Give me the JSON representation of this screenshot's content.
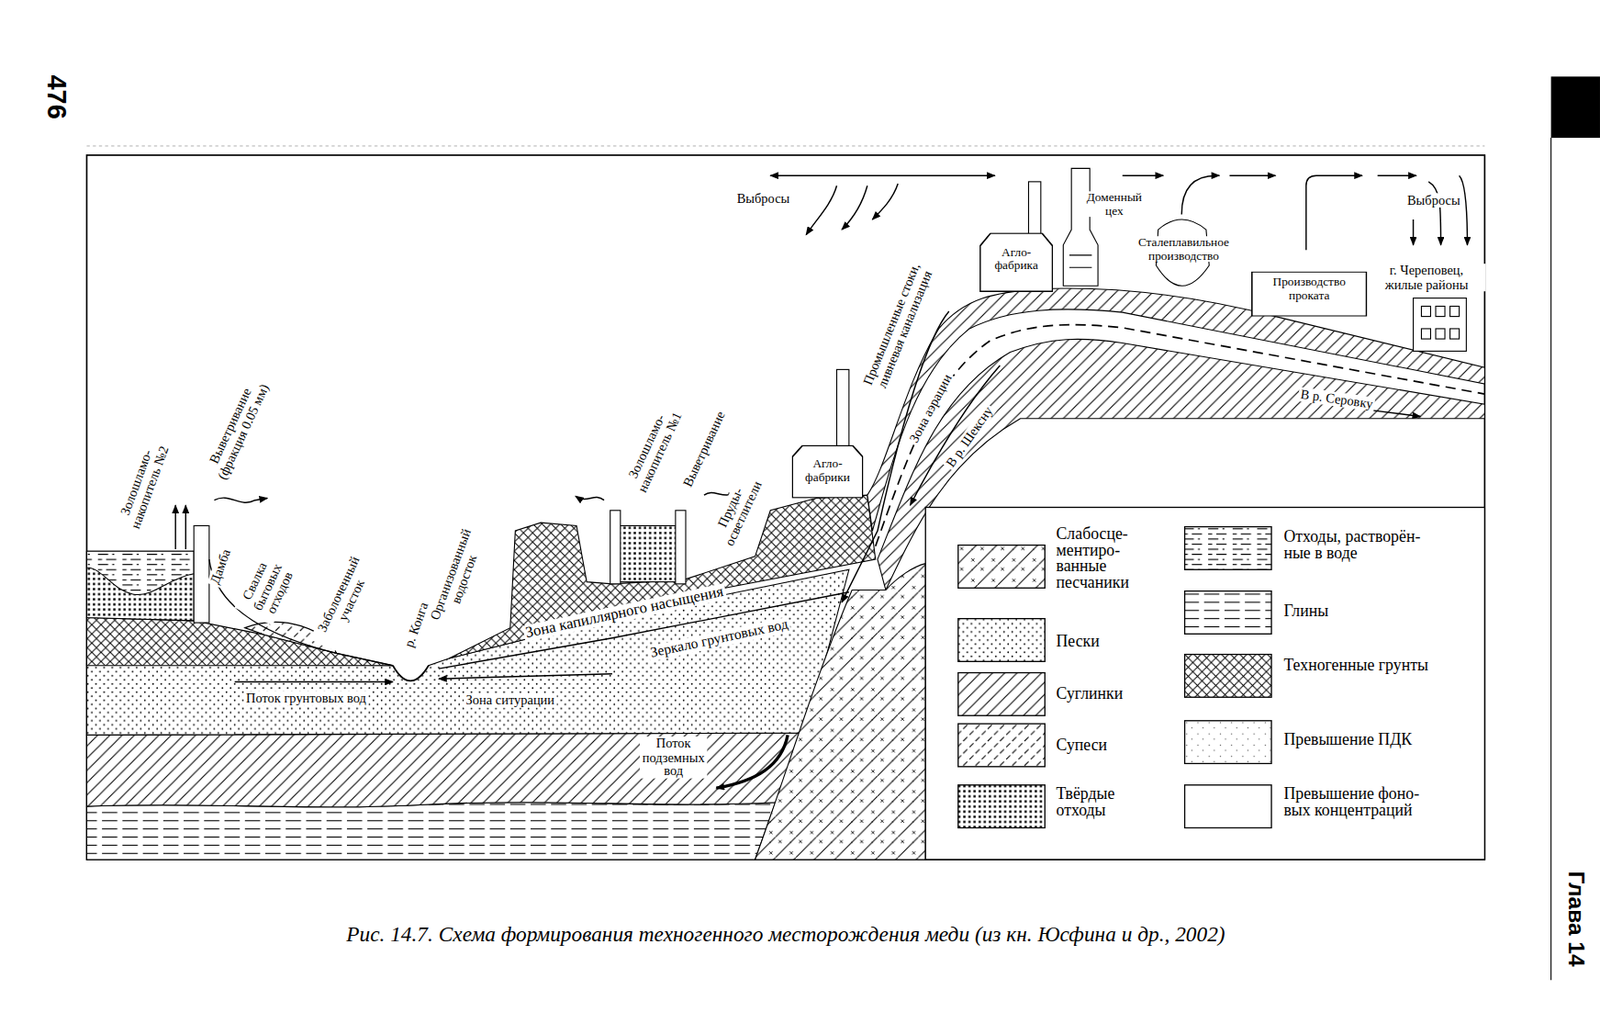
{
  "diagram": {
    "caption": "Рис. 14.7. Схема формирования техногенного месторождения меди (из кн. Юсфина и др., 2002)",
    "nodes": [
      {
        "text": [
          "Агло- фабрика"
        ]
      },
      {
        "text": [
          "Производство проката"
        ]
      },
      {
        "text": [
          "Агло- фабрики"
        ]
      }
    ],
    "labels": [
      "476",
      "Выбросы",
      "Доменный цех",
      "Сталеплавильное производство",
      "Выбросы",
      "г. Череповец, жилые районы",
      "Промышленные стоки, ливневая канализация",
      "Зона аэрации",
      "В р. Шексну",
      "В р. Серовку",
      "Золошламо- накопитель №2",
      "Выветривание (фракция 0.05 мм)",
      "Дамба",
      "Свалка бытовых отходов",
      "Заболоченный участок",
      "р. Конга",
      "Организованный водосток",
      "Золошламо- накопитель №1",
      "Выветривание",
      "Пруды- осветлители",
      "Зона капиллярного насыщения",
      "Зеркало грунтовых вод",
      "Поток грунтовых вод",
      "Зона ситурации",
      "Поток подземных вод",
      "Глава 14"
    ],
    "legend": [
      {
        "text": "Слабосце- ментиро- ванные песчаники"
      },
      {
        "text": "Пески"
      },
      {
        "text": "Суглинки"
      },
      {
        "text": "Супеси"
      },
      {
        "text": "Твёрдые отходы"
      },
      {
        "text": "Отходы, растворён- ные в воде"
      },
      {
        "text": "Глины"
      },
      {
        "text": "Техногенные грунты"
      },
      {
        "text": "Превышение ПДК"
      },
      {
        "text": "Превышение фоно- вых концентраций"
      }
    ]
  }
}
